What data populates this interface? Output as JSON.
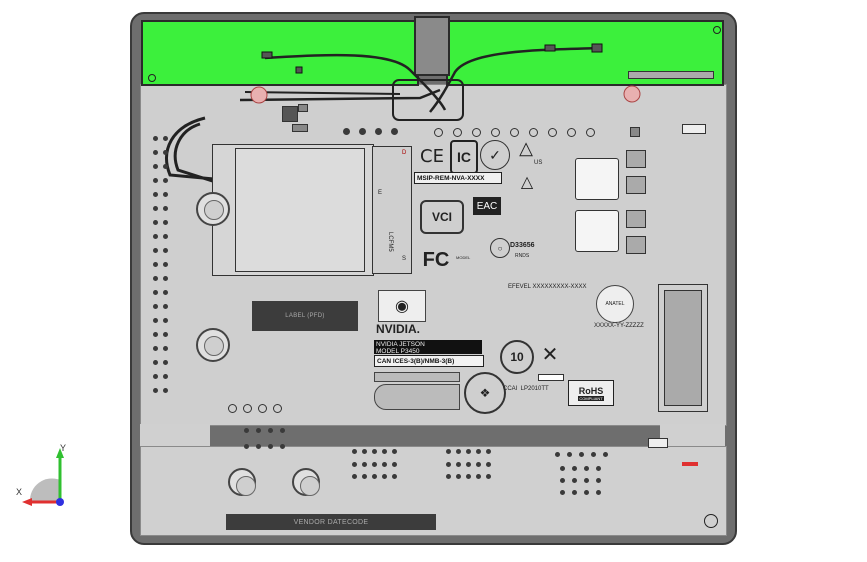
{
  "labels": {
    "label_pfd": "LABEL (PFD)",
    "vendor_datecode": "VENDOR DATECODE",
    "msip": "MSIP-REM-NVA-XXXX",
    "can_ices": "CAN ICES-3(B)/NMB-3(B)",
    "nvidia": "NVIDIA.",
    "efevel": "EFEVEL XXXXXXXXX-XXXX",
    "ccai": "CCAI  LP2010TT",
    "rohs": "RoHS",
    "rohs_sub": "COMPLIANT",
    "anatel_code": "XXXXX-YY-ZZZZZ",
    "anatel": "ANATEL",
    "d33656": "D33656",
    "rnds": "RNDS",
    "us": "US",
    "ce": "CE",
    "fc": "FC",
    "fc_model": "MODEL",
    "module_e": "E",
    "module_lcfm": "LCFM5",
    "module_s": "S",
    "module_d": "D",
    "ten": "10",
    "nvidia_line1": "NVIDIA JETSON",
    "nvidia_line2": "MODEL P3450",
    "ic_label": "IC"
  },
  "axis": {
    "x_label": "X",
    "y_label": "Y"
  },
  "colors": {
    "antenna_green": "#3cf03c",
    "board_frame": "#6e6e6e",
    "pcb": "#cfcfcf",
    "axis_x": "#e03030",
    "axis_y": "#30c030",
    "axis_z": "#3030e0"
  },
  "icons": {
    "ce_mark": "ce-mark-icon",
    "kc_mark": "kc-mark-icon",
    "weee": "crossed-bin-icon",
    "ten_year": "ten-year-icon",
    "fcc": "fcc-icon",
    "vcci": "vcci-icon"
  }
}
